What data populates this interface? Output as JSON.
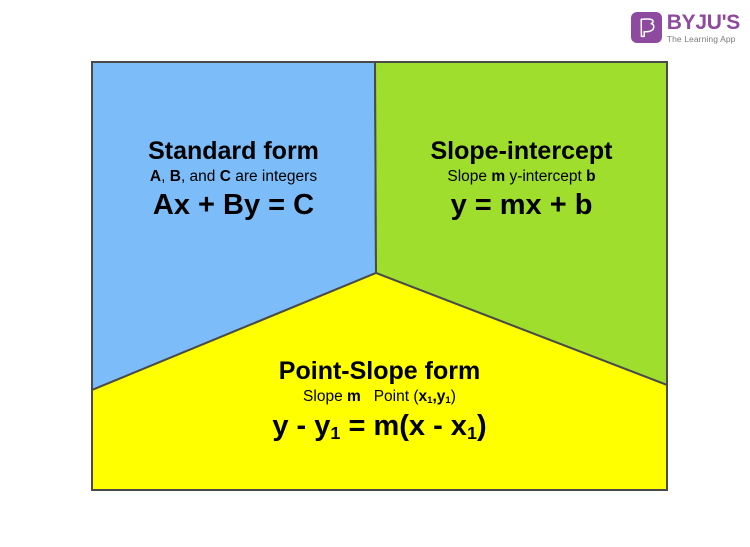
{
  "logo": {
    "mark_icon": "byjus-book-icon",
    "name": "BYJU'S",
    "tagline": "The Learning App",
    "brand_color": "#8E4A9E"
  },
  "diagram": {
    "background": "#FFFFFF",
    "border_color": "#4A4A4A",
    "panels": [
      {
        "id": "standard-form",
        "color": "#7CBDF9",
        "title": "Standard form",
        "subtitle_html": "<b>A</b>, <b>B</b>, and <b>C</b> are integers",
        "subtitle": "A, B, and C are integers",
        "formula_html": "Ax + By = C",
        "formula": "Ax + By = C"
      },
      {
        "id": "slope-intercept",
        "color": "#9FDE2C",
        "title": "Slope-intercept",
        "subtitle_html": "Slope <b>m</b> y-intercept <b>b</b>",
        "subtitle": "Slope m y-intercept b",
        "formula_html": "y = mx + b",
        "formula": "y = mx + b"
      },
      {
        "id": "point-slope",
        "color": "#FFFF00",
        "title": "Point-Slope form",
        "subtitle_html": "Slope <b>m</b>&nbsp;&nbsp;&nbsp;Point (<b>x<sub>1</sub>,y<sub>1</sub></b>)",
        "subtitle": "Slope m   Point (x1,y1)",
        "formula_html": "y - y<sub>1</sub> = m(x - x<sub>1</sub>)",
        "formula": "y - y1 = m(x - x1)"
      }
    ]
  }
}
